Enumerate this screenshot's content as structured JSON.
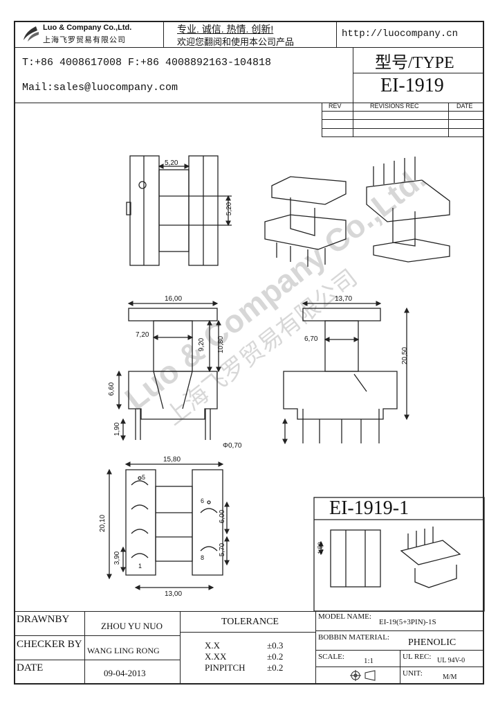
{
  "header": {
    "company_en": "Luo & Company Co.,Ltd.",
    "company_cn": "上海飞罗贸易有限公司",
    "slogan_line1": "专业. 诚信.  热情.  创新!",
    "slogan_line2": "欢迎您翻阅和使用本公司产品",
    "website": "http://luocompany.cn",
    "phone_fax": "T:+86 4008617008 F:+86 4008892163-104818",
    "mail": "Mail:sales@luocompany.com",
    "type_label": "型号/TYPE",
    "type_value": "EI-1919"
  },
  "revisions": {
    "col_rev": "REV",
    "col_rec": "REVISIONS REC",
    "col_date": "DATE"
  },
  "dimensions": {
    "top_width": "5,20",
    "top_height": "5,20",
    "front_width": "16,00",
    "front_inner": "7,20",
    "front_h1": "9,20",
    "front_h2": "10,80",
    "front_base": "6,60",
    "front_pin_len": "1,90",
    "pin_dia": "Φ0,70",
    "side_width": "13,70",
    "side_inner": "6,70",
    "side_height": "20,50",
    "bottom_width": "15,80",
    "bottom_height": "20,10",
    "bottom_pitch": "3,90",
    "bottom_right_pitch": "6,00",
    "bottom_right_pitch2": "5,70",
    "bottom_base": "13,00",
    "pin_label_5": "5",
    "pin_label_1": "1",
    "pin_label_6": "6",
    "pin_label_8": "8"
  },
  "variant": {
    "title": "EI-1919-1",
    "dim": "1,50"
  },
  "watermark": {
    "en": "Luo & Company Co.,Ltd.",
    "cn": "上海飞罗贸易有限公司"
  },
  "title_block": {
    "drawnby_label": "DRAWNBY",
    "drawnby_value": "ZHOU YU NUO",
    "checker_label": "CHECKER BY",
    "checker_value": "WANG LING RONG",
    "date_label": "DATE",
    "date_value": "09-04-2013",
    "tolerance_label": "TOLERANCE",
    "tol_rows": [
      {
        "name": "X.X",
        "value": "±0.3"
      },
      {
        "name": "X.XX",
        "value": "±0.2"
      },
      {
        "name": "PINPITCH",
        "value": "±0.2"
      }
    ],
    "model_name_label": "MODEL NAME:",
    "model_name_value": "EI-19(5+3PIN)-1S",
    "bobbin_label": "BOBBIN MATERIAL:",
    "bobbin_value": "PHENOLIC",
    "scale_label": "SCALE:",
    "scale_value": "1:1",
    "ul_label": "UL REC:",
    "ul_value": "UL 94V-0",
    "unit_label": "UNIT:",
    "unit_value": "M/M"
  }
}
